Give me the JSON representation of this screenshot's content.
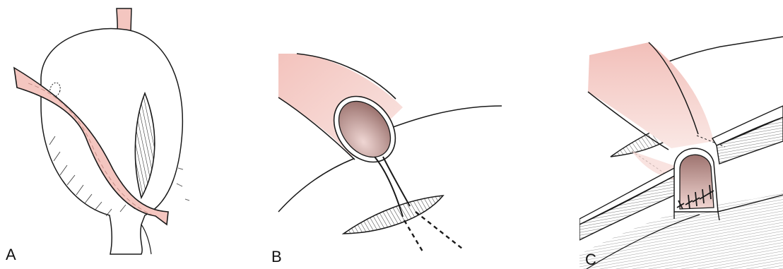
{
  "panels": [
    {
      "label": "A"
    },
    {
      "label": "B"
    },
    {
      "label": "C"
    }
  ],
  "colors": {
    "ureter_light": "#f6d6d2",
    "ureter_mid": "#e7aaa4",
    "lumen_dark": "#a67c78",
    "line": "#1a1a1a"
  }
}
